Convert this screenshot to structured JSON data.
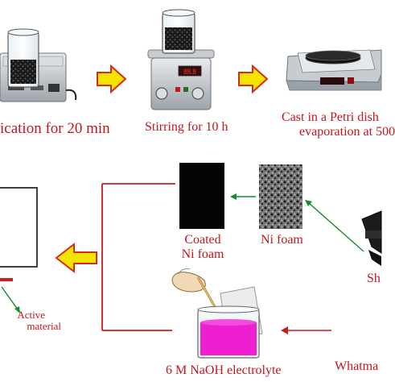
{
  "steps": {
    "sonication": "ication for 20 min",
    "stirring": "Stirring for 10 h",
    "cast_line1": "Cast in a Petri dish",
    "cast_line2": "evaporation at 500",
    "hotplate_display": "88.8",
    "coated": [
      "Coated",
      "Ni foam"
    ],
    "ni_foam": "Ni foam",
    "shim": "Sh",
    "active": [
      "Active",
      "material"
    ],
    "naoh": "6 M NaOH electrolyte",
    "whatman": "Whatma"
  },
  "colors": {
    "red_text": "#c4161c",
    "green": "#128a2e",
    "arrow_fill": "#f5e400",
    "arrow_stroke": "#d62a1a",
    "line_red": "#d01b1b",
    "magenta": "#ee1fd0",
    "coated_foam": "#050505",
    "ni_foam": "#8a8a8a"
  }
}
